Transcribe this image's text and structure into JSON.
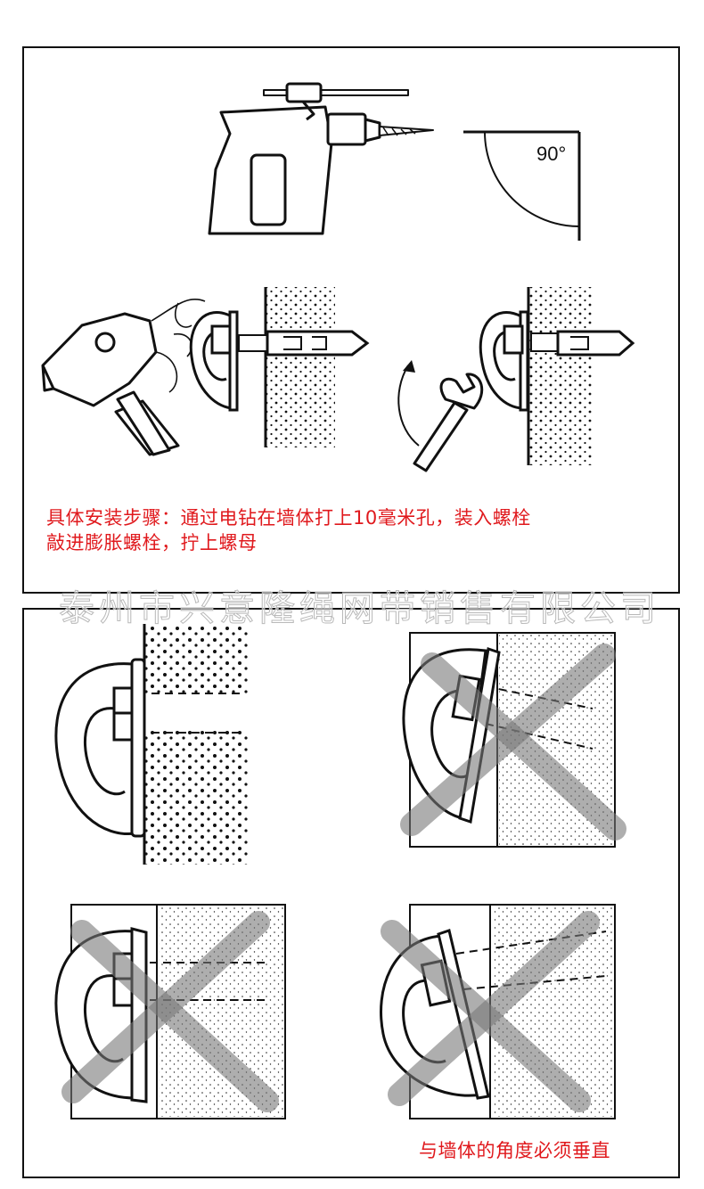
{
  "top_panel": {
    "angle_label": "90°",
    "caption_line1": "具体安装步骤：通过电钻在墙体打上10毫米孔，装入螺栓",
    "caption_line2": "敲进膨胀螺栓，拧上螺母"
  },
  "watermark": "泰州市兴意隆绳网带销售有限公司",
  "bottom_panel": {
    "caption": "与墙体的角度必须垂直"
  }
}
